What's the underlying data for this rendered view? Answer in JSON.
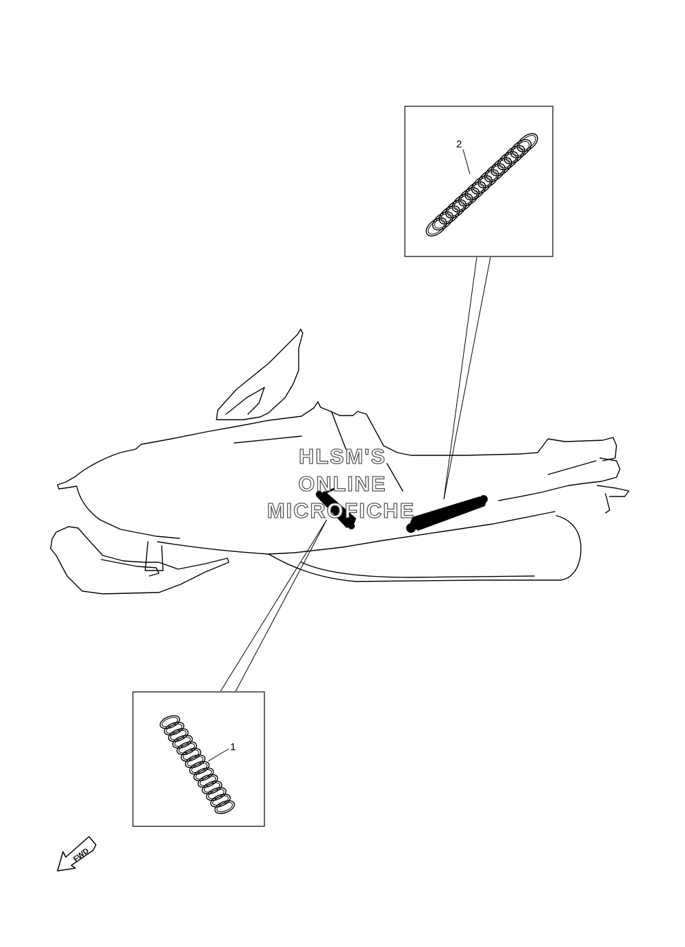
{
  "watermark": {
    "line1": "HLSM'S",
    "line2": "ONLINE",
    "line3": "MICROFICHE"
  },
  "callouts": [
    {
      "number": "1",
      "part": "spring-front-shock"
    },
    {
      "number": "2",
      "part": "spring-rear-shock"
    }
  ],
  "direction_badge": {
    "label": "FWD",
    "icon": "forward-arrow-icon"
  },
  "colors": {
    "line": "#000000",
    "background": "#ffffff",
    "watermark_outline": "#555555"
  }
}
